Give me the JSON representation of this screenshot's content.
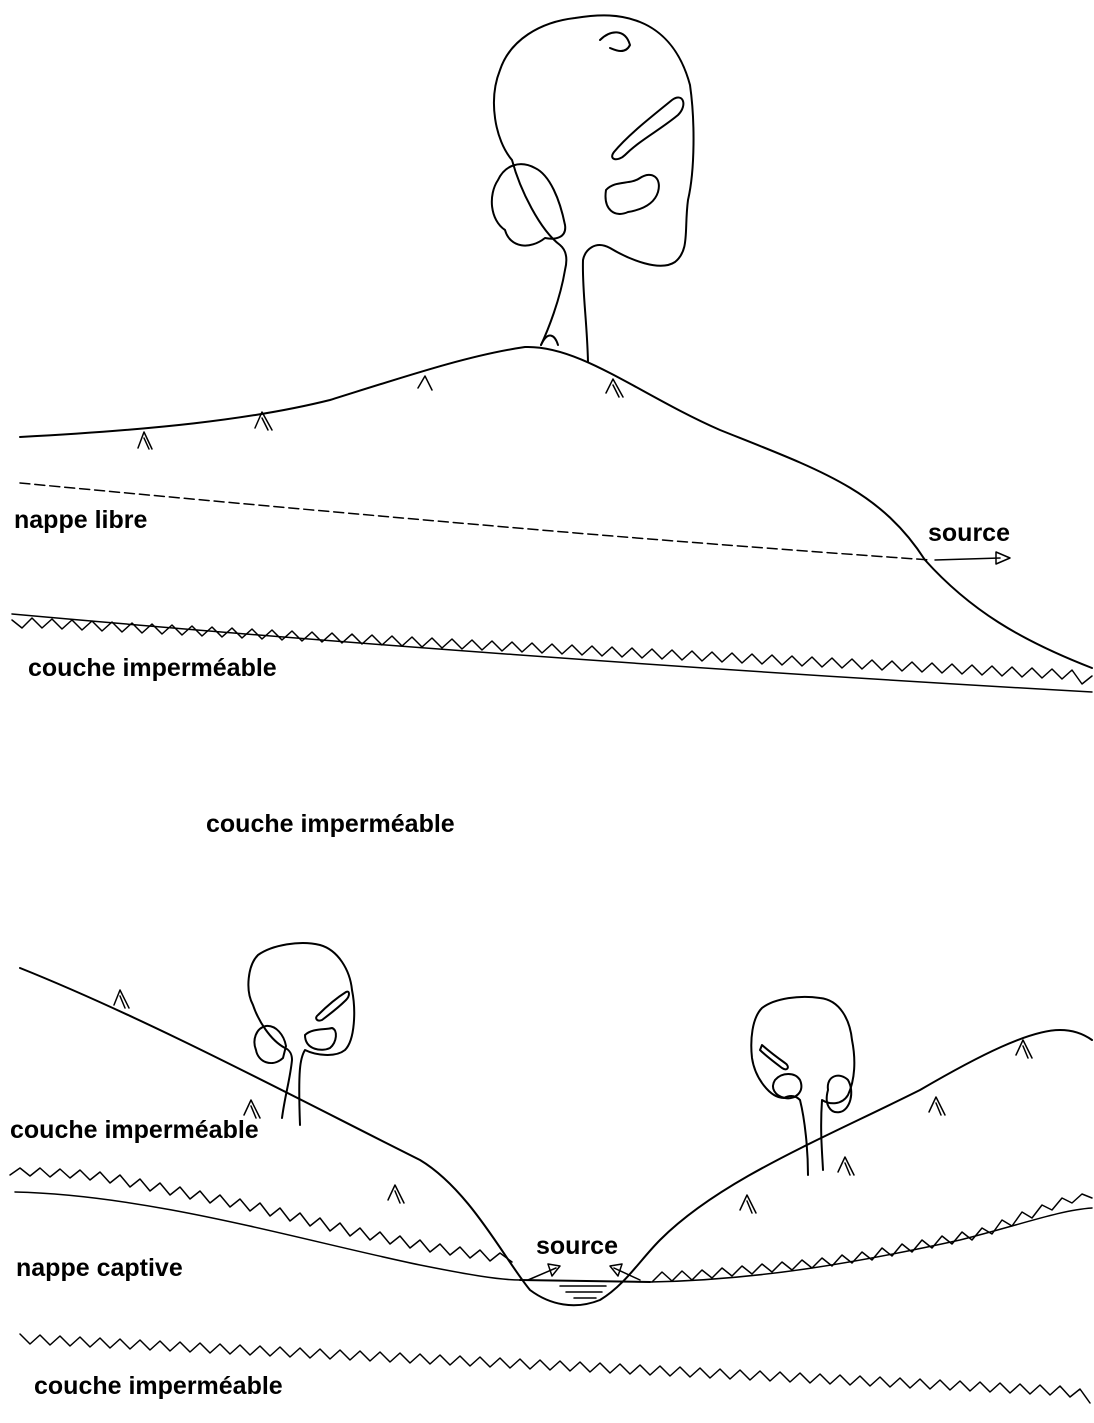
{
  "top_section": {
    "label_nappe_libre": "nappe libre",
    "label_source": "source",
    "label_couche_impermeable": "couche imperméable"
  },
  "middle_label": "couche imperméable",
  "bottom_section": {
    "label_couche_impermeable_upper": "couche imperméable",
    "label_nappe_captive": "nappe captive",
    "label_source": "source",
    "label_couche_impermeable_lower": "couche imperméable"
  }
}
